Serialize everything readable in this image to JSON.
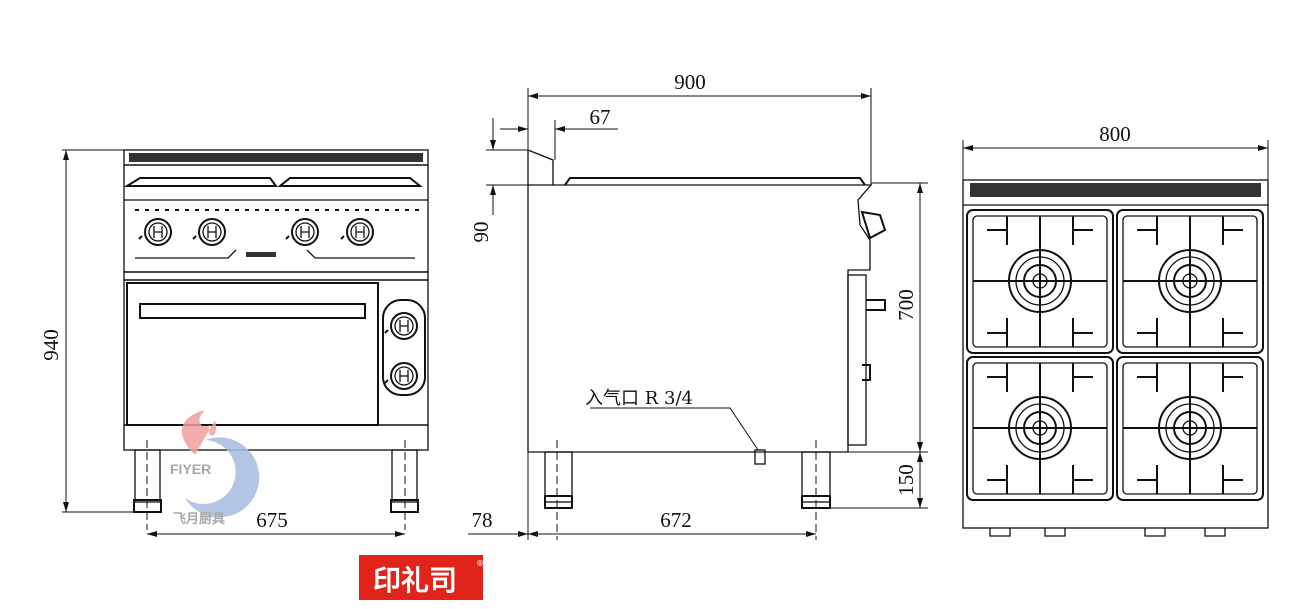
{
  "dimensions": {
    "front_height": "940",
    "front_leg_span": "675",
    "side_depth": "900",
    "side_backsplash": "67",
    "side_backsplash_height": "90",
    "side_body_height": "700",
    "side_leg_height": "150",
    "side_leg_offset": "78",
    "side_leg_span": "672",
    "top_width": "800"
  },
  "labels": {
    "gas_inlet": "入气口 R 3/4"
  },
  "watermark": {
    "brand": "FIYER",
    "name_cn": "飞月厨具"
  },
  "stamp": {
    "text": "印礼司",
    "mark": "®",
    "color": "#e0241b"
  },
  "colors": {
    "line": "#111111",
    "watermark_red": "#f0a0a0",
    "watermark_blue": "#a8bde0"
  }
}
